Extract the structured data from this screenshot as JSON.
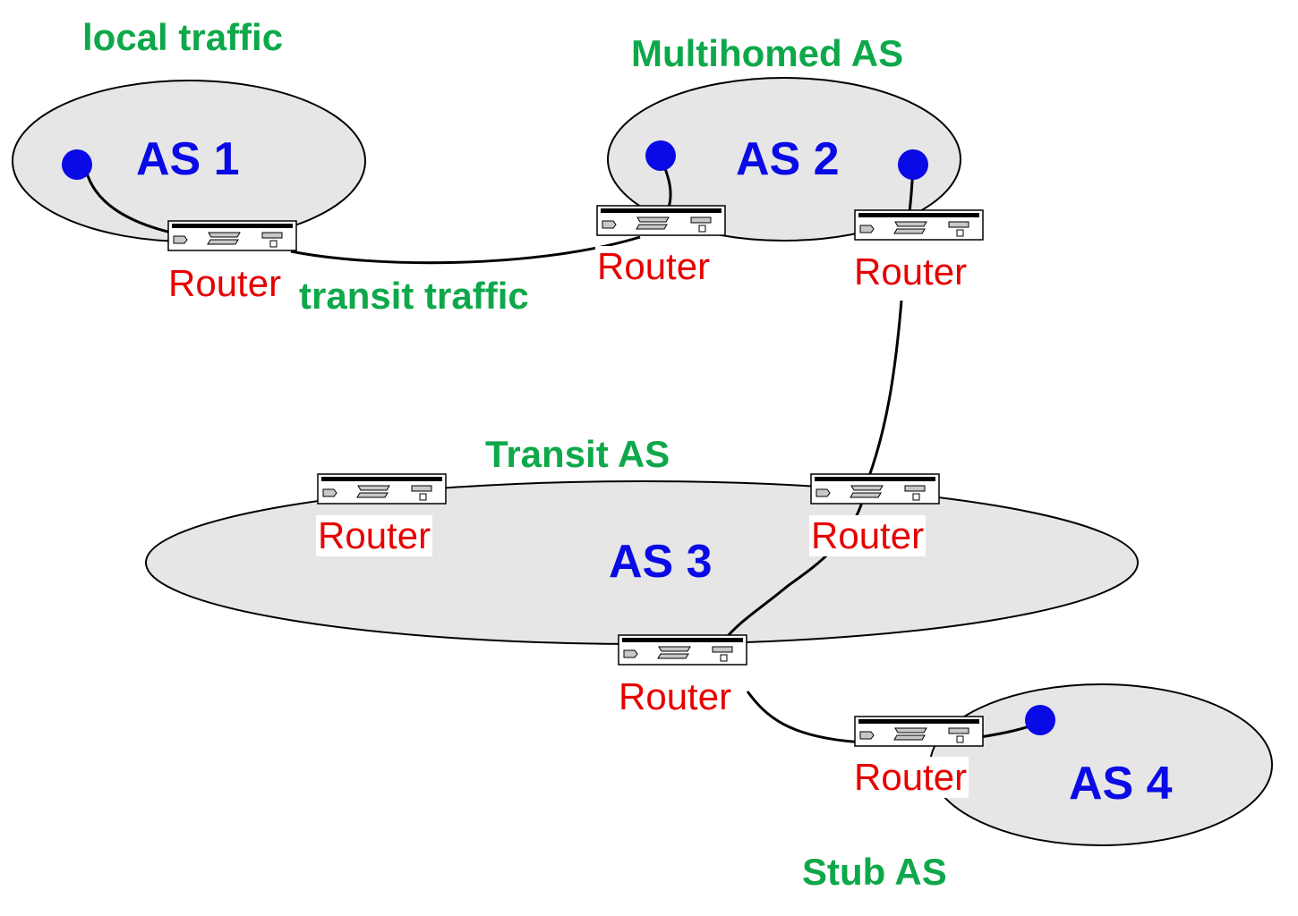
{
  "colors": {
    "as_label": "#0a0ae6",
    "category_label": "#0ea84a",
    "router_label": "#e60000",
    "domain_fill": "#e6e6e6",
    "host": "#0a0ae6"
  },
  "labels": {
    "local_traffic": "local traffic",
    "multihomed_as": "Multihomed AS",
    "transit_traffic": "transit traffic",
    "transit_as": "Transit AS",
    "stub_as": "Stub AS"
  },
  "domains": {
    "as1": "AS 1",
    "as2": "AS 2",
    "as3": "AS 3",
    "as4": "AS 4"
  },
  "routers": {
    "as1_router": "Router",
    "as2_left_router": "Router",
    "as2_right_router": "Router",
    "as3_left_router": "Router",
    "as3_right_router": "Router",
    "as3_bottom_router": "Router",
    "as4_router": "Router"
  },
  "icons": {
    "router": "router-icon",
    "host": "host-icon"
  }
}
